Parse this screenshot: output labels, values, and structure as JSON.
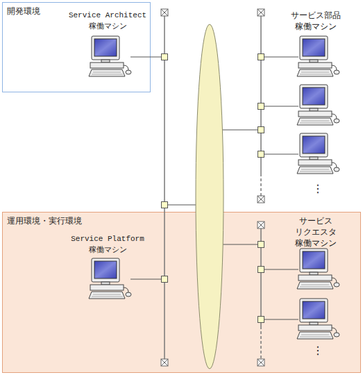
{
  "diagram": {
    "nodes": [
      {
        "text": [
          "開発環境"
        ]
      },
      {
        "text": [
          "Service Architect 稼働マシン"
        ],
        "in": 0
      },
      {
        "text": [
          "サービス部品 稼働マシン"
        ]
      },
      {
        "text": [
          "運用環境・実行環境"
        ]
      },
      {
        "text": [
          "Service Platform 稼働マシン"
        ],
        "in": 3
      },
      {
        "text": [
          "サービス リクエスタ 稼働マシン"
        ],
        "in": 3
      }
    ],
    "labels": [
      "⋮",
      "⋮"
    ]
  }
}
